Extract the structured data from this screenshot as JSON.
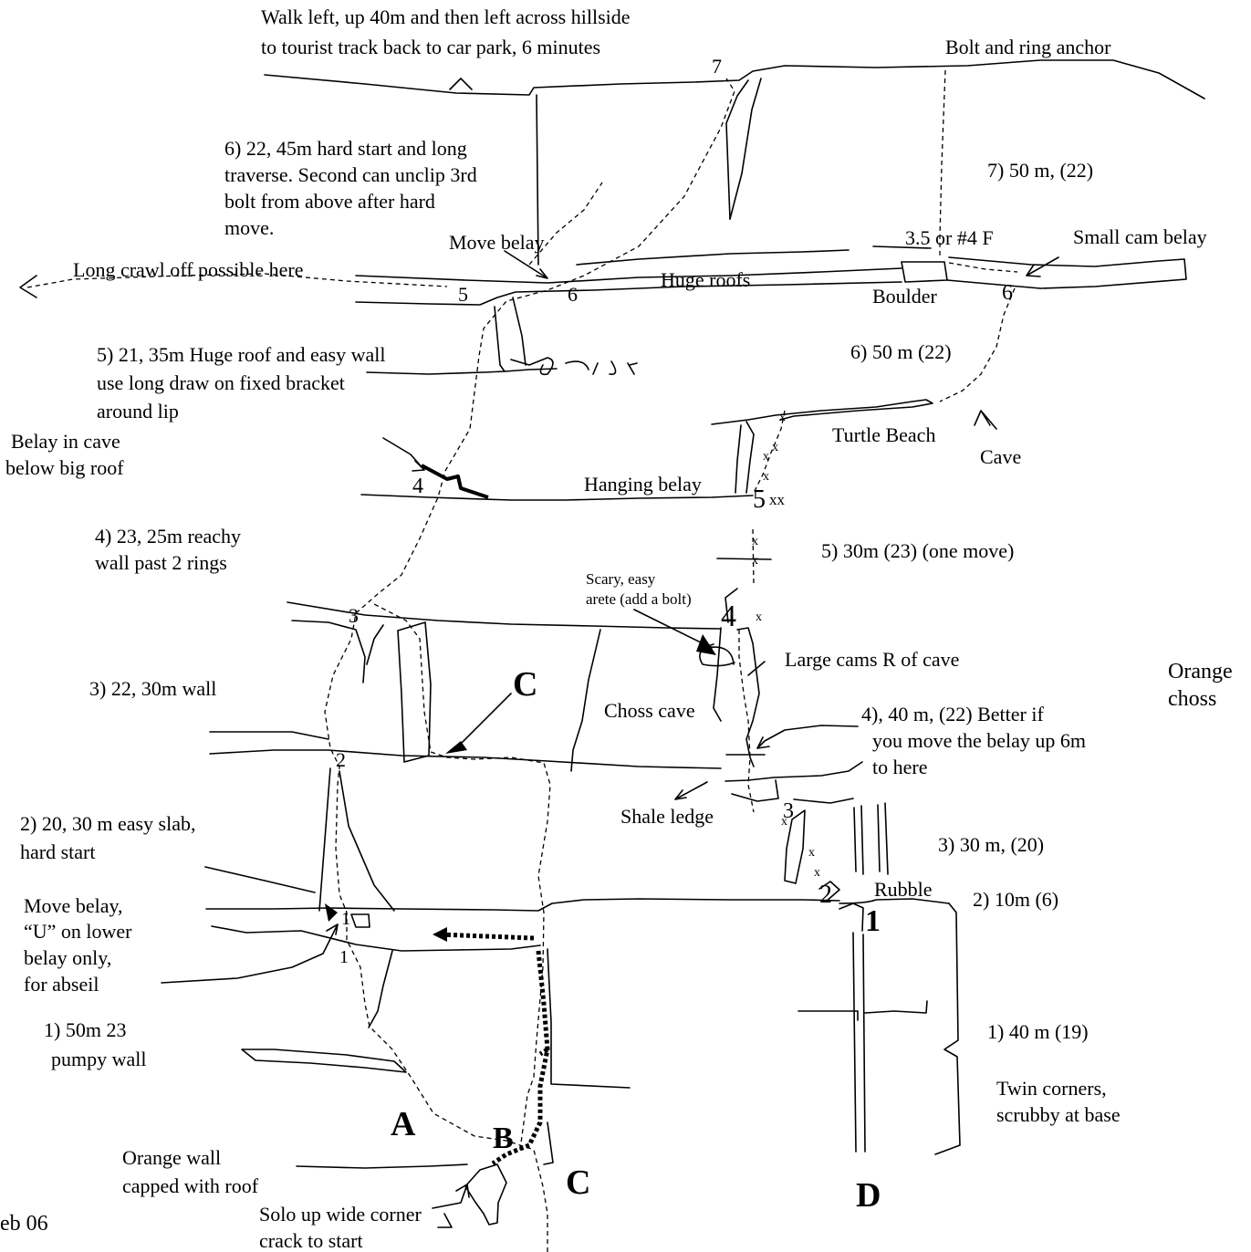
{
  "topo": {
    "descent": [
      "Walk left, up 40m and then left across hillside",
      "to tourist track back to car park, 6 minutes"
    ],
    "anchor": "Bolt and ring anchor",
    "p7_left": [
      "6) 22, 45m hard start and long",
      "traverse. Second can unclip 3rd",
      "bolt from above after hard",
      "move."
    ],
    "p7_right": "7) 50 m, (22)",
    "move_belay": "Move belay",
    "cam_size": "3.5 or #4 F",
    "small_cam": "Small cam belay",
    "crawl": "Long crawl off possible here",
    "huge_roofs": "Huge roofs",
    "boulder": "Boulder",
    "p5_left": [
      "5) 21, 35m Huge roof and easy wall",
      "use long draw on fixed bracket",
      "around lip"
    ],
    "p6_right": "6) 50 m (22)",
    "belay_cave": [
      "Belay  in cave",
      "below big roof"
    ],
    "turtle_beach": "Turtle Beach",
    "cave": "Cave",
    "hanging_belay": "Hanging belay",
    "p4_left": [
      "4) 23, 25m reachy",
      "wall past 2 rings"
    ],
    "p5_right": "5) 30m (23) (one move)",
    "scary": [
      "Scary, easy",
      "arete (add a bolt)"
    ],
    "large_cams": "Large cams R of cave",
    "p3_left": "3) 22, 30m wall",
    "choss_cave": "Choss cave",
    "orange_choss": [
      "Orange",
      "choss"
    ],
    "p4_right": [
      "4), 40 m, (22) Better if",
      "you move the belay up 6m",
      " to here"
    ],
    "shale": "Shale ledge",
    "p2_left": [
      "2) 20, 30 m easy slab,",
      "hard start"
    ],
    "p3_right": "3) 30 m, (20)",
    "move_belay_u": [
      "Move belay,",
      "“U” on lower",
      " belay  only,",
      "for abseil"
    ],
    "rubble": "Rubble",
    "p2_right": "2) 10m (6)",
    "p1_left": [
      "1) 50m 23",
      "pumpy wall"
    ],
    "p1_right": "1) 40 m (19)",
    "twin": [
      "Twin corners,",
      "scrubby at base"
    ],
    "orange_wall": [
      "Orange wall",
      "capped with roof"
    ],
    "solo": [
      "Solo up wide corner",
      "crack to start"
    ],
    "date": "eb 06",
    "route_letters": {
      "A": "A",
      "B": "B",
      "C": "C",
      "D": "D"
    },
    "belays": {
      "b1": "1",
      "b2": "2",
      "b3": "3",
      "b4": "4",
      "b5": "5",
      "b6": "6",
      "b7": "7"
    },
    "bolt": "x",
    "bolts_double": "xx"
  }
}
